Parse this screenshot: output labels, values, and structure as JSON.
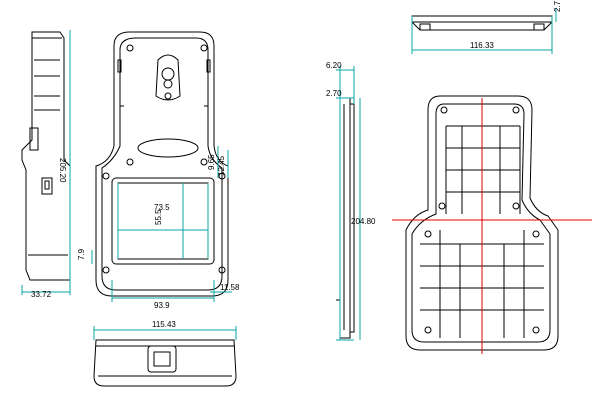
{
  "dimensions": {
    "side_height": "205.20",
    "side_depth": "33.72",
    "front_window_w": "73.5",
    "front_window_h": "55.5",
    "front_upper_gap": "9.65",
    "front_upper_gap_2": "12.45",
    "front_left_margin": "7.9",
    "front_window_outer_w": "93.9",
    "front_bottom_margin": "11.58",
    "bottom_width": "115.43",
    "top_width": "116.33",
    "top_thickness": "2.7",
    "section_top_offset": "6.20",
    "section_second_offset": "2.70",
    "section_height": "204.80"
  },
  "colors": {
    "line": "#000000",
    "dimension": "#0aa5a5",
    "centerline": "#e00000"
  }
}
